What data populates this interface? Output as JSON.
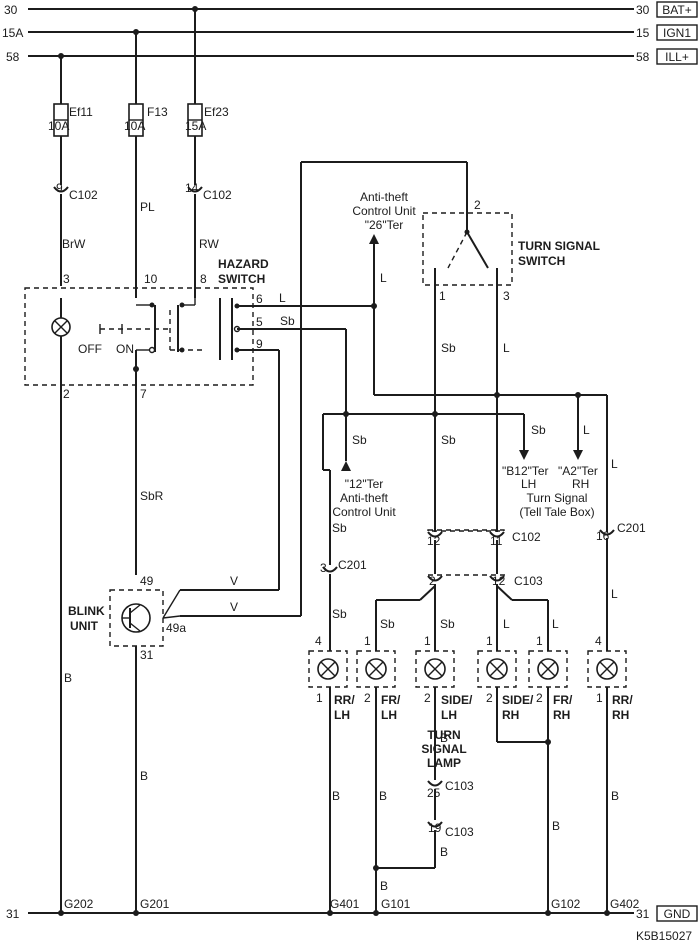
{
  "rails": {
    "bat": {
      "left": "30",
      "right": "30",
      "label": "BAT+"
    },
    "ign": {
      "left": "15A",
      "right": "15",
      "label": "IGN1"
    },
    "ill": {
      "left": "58",
      "right": "58",
      "label": "ILL+"
    },
    "gnd": {
      "left": "31",
      "right": "31",
      "label": "GND"
    }
  },
  "fuses": [
    {
      "name": "Ef11",
      "rating": "10A"
    },
    {
      "name": "F13",
      "rating": "10A"
    },
    {
      "name": "Ef23",
      "rating": "15A"
    }
  ],
  "connectors": {
    "c102_9": {
      "pin": "9",
      "name": "C102"
    },
    "c102_14": {
      "pin": "14",
      "name": "C102"
    },
    "c201_3": {
      "pin": "3",
      "name": "C201"
    },
    "c201_16": {
      "pin": "16",
      "name": "C201"
    },
    "c102_12": {
      "pin": "12",
      "name": ""
    },
    "c102_11": {
      "pin": "11",
      "name": "C102"
    },
    "c103_2": {
      "pin": "2",
      "name": ""
    },
    "c103_12": {
      "pin": "12",
      "name": "C103"
    },
    "c103_25": {
      "pin": "25",
      "name": "C103"
    },
    "c103_19": {
      "pin": "19",
      "name": "C103"
    }
  },
  "wires": {
    "brw": "BrW",
    "pl": "PL",
    "rw": "RW",
    "sbr": "SbR",
    "l": "L",
    "sb": "Sb",
    "b": "B",
    "v": "V"
  },
  "hazard": {
    "title1": "HAZARD",
    "title2": "SWITCH",
    "pin3": "3",
    "pin10": "10",
    "pin8": "8",
    "pin6": "6",
    "pin5": "5",
    "pin9": "9",
    "pin2": "2",
    "pin7": "7",
    "off": "OFF",
    "on": "ON"
  },
  "turn_switch": {
    "title1": "TURN SIGNAL",
    "title2": "SWITCH",
    "pin_top": "2",
    "pin_left": "1",
    "pin_right": "3"
  },
  "antitheft_top": {
    "line1": "Anti-theft",
    "line2": "Control Unit",
    "line3": "\"26\"Ter"
  },
  "antitheft_low": {
    "line1": "\"12\"Ter",
    "line2": "Anti-theft",
    "line3": "Control Unit"
  },
  "tell_tale": {
    "lh_term": "\"B12\"Ter",
    "lh": "LH",
    "rh_term": "\"A2\"Ter",
    "rh": "RH",
    "line1": "Turn Signal",
    "line2": "(Tell Tale Box)"
  },
  "blink_unit": {
    "title1": "BLINK",
    "title2": "UNIT",
    "pin49": "49",
    "pin49a": "49a",
    "pin31": "31"
  },
  "lamps": [
    {
      "top_pin": "4",
      "bot_pin": "1",
      "line1": "RR/",
      "line2": "LH"
    },
    {
      "top_pin": "1",
      "bot_pin": "2",
      "line1": "FR/",
      "line2": "LH"
    },
    {
      "top_pin": "1",
      "bot_pin": "2",
      "line1": "SIDE/",
      "line2": "LH"
    },
    {
      "top_pin": "1",
      "bot_pin": "2",
      "line1": "SIDE/",
      "line2": "RH"
    },
    {
      "top_pin": "1",
      "bot_pin": "2",
      "line1": "FR/",
      "line2": "RH"
    },
    {
      "top_pin": "4",
      "bot_pin": "1",
      "line1": "RR/",
      "line2": "RH"
    }
  ],
  "turn_signal_lamp": {
    "line1": "TURN",
    "line2": "SIGNAL",
    "line3": "LAMP"
  },
  "grounds": [
    "G202",
    "G201",
    "G401",
    "G101",
    "G102",
    "G402"
  ],
  "figure_code": "K5B15027"
}
